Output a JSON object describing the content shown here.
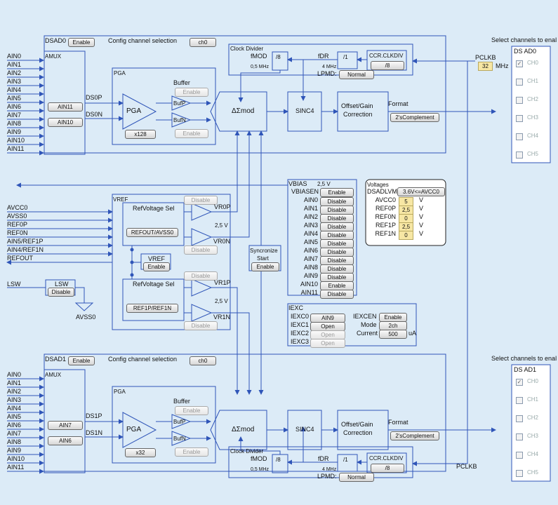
{
  "dsad0": {
    "title": "DSAD0",
    "enable": "Enable",
    "config_label": "Config channel selection",
    "config_ch": "ch0",
    "amux": "AMUX",
    "ain_pos": "AIN11",
    "ain_neg": "AIN10",
    "ds_p": "DS0P",
    "ds_n": "DS0N",
    "pga": "PGA",
    "pga_inner": "PGA",
    "gain": "x128",
    "buffer": "Buffer",
    "buf_enable_top": "Enable",
    "buf_enable_bottom": "Enable",
    "bufp": "BufP",
    "bufn": "BufN",
    "mod": "ΔΣmod",
    "sinc": "SINC4",
    "offset": "Offset/Gain",
    "correction": "Correction",
    "format": "Format",
    "format_val": "2'sComplement",
    "clock_divider": "Clock Divider",
    "fmod": "fMOD",
    "fmod_div": "/8",
    "fmod_freq": "0,5 MHz",
    "fdr": "fDR",
    "fdr_div": "/1",
    "fdr_freq": "4 MHz",
    "lpmd": "LPMD:",
    "lpmd_val": "Normal",
    "ccr": "CCR.CLKDIV",
    "ccr_val": "/8",
    "pclkb": "PCLKB",
    "pclkb_val": "32",
    "pclkb_unit": "MHz"
  },
  "dsad1": {
    "title": "DSAD1",
    "enable": "Enable",
    "config_label": "Config channel selection",
    "config_ch": "ch0",
    "amux": "AMUX",
    "ain_pos": "AIN7",
    "ain_neg": "AIN6",
    "ds_p": "DS1P",
    "ds_n": "DS1N",
    "pga": "PGA",
    "pga_inner": "PGA",
    "gain": "x32",
    "buffer": "Buffer",
    "buf_enable_top": "Enable",
    "buf_enable_bottom": "Enable",
    "bufp": "BufP",
    "bufn": "BufN",
    "mod": "ΔΣmod",
    "sinc": "SINC4",
    "offset": "Offset/Gain",
    "correction": "Correction",
    "format": "Format",
    "format_val": "2'sComplement",
    "clock_divider": "Clock Divider",
    "fmod": "fMOD",
    "fmod_div": "/8",
    "fmod_freq": "0,5 MHz",
    "fdr": "fDR",
    "fdr_div": "/1",
    "fdr_freq": "4 MHz",
    "lpmd": "LPMD:",
    "lpmd_val": "Normal",
    "ccr": "CCR.CLKDIV",
    "ccr_val": "/8",
    "pclkb": "PCLKB"
  },
  "ain_labels": [
    "AIN0",
    "AIN1",
    "AIN2",
    "AIN3",
    "AIN4",
    "AIN5",
    "AIN6",
    "AIN7",
    "AIN8",
    "AIN9",
    "AIN10",
    "AIN11"
  ],
  "channels0": {
    "header": "Select channels to enal",
    "title": "DS AD0",
    "items": [
      {
        "label": "CH0",
        "checked": true
      },
      {
        "label": "CH1",
        "checked": false
      },
      {
        "label": "CH2",
        "checked": false
      },
      {
        "label": "CH3",
        "checked": false
      },
      {
        "label": "CH4",
        "checked": false
      },
      {
        "label": "CH5",
        "checked": false
      }
    ]
  },
  "channels1": {
    "header": "Select channels to enal",
    "title": "DS AD1",
    "items": [
      {
        "label": "CH0",
        "checked": true
      },
      {
        "label": "CH1",
        "checked": false
      },
      {
        "label": "CH2",
        "checked": false
      },
      {
        "label": "CH3",
        "checked": false
      },
      {
        "label": "CH4",
        "checked": false
      },
      {
        "label": "CH5",
        "checked": false
      }
    ]
  },
  "vref": {
    "title": "VREF",
    "inputs": [
      "AVCC0",
      "AVSS0",
      "REF0P",
      "REF0N",
      "AIN5/REF1P",
      "AIN4/REF1N",
      "REFOUT"
    ],
    "sel_top": "RefVoltage Sel",
    "sel_top_val": "REFOUT/AVSS0",
    "sel_bottom": "RefVoltage Sel",
    "sel_bottom_val": "REF1P/REF1N",
    "dis1": "Disable",
    "dis2": "Disable",
    "dis3": "Disable",
    "dis4": "Disable",
    "v1": "2,5 V",
    "v2": "2,5 V",
    "vr0p": "VR0P",
    "vr0n": "VR0N",
    "vr1p": "VR1P",
    "vr1n": "VR1N",
    "vref_label": "VREF",
    "vref_enable": "Enable"
  },
  "lsw": {
    "label": "LSW",
    "title": "LSW",
    "state": "Disable",
    "avss": "AVSS0"
  },
  "sync": {
    "line1": "Syncronize",
    "line2": "Start",
    "enable": "Enable"
  },
  "vbias": {
    "title": "VBIAS",
    "volt": "2,5 V",
    "en_label": "VBIASEN",
    "en_val": "Enable",
    "rows": [
      {
        "label": "AIN0",
        "val": "Disable"
      },
      {
        "label": "AIN1",
        "val": "Disable"
      },
      {
        "label": "AIN2",
        "val": "Disable"
      },
      {
        "label": "AIN3",
        "val": "Disable"
      },
      {
        "label": "AIN4",
        "val": "Disable"
      },
      {
        "label": "AIN5",
        "val": "Disable"
      },
      {
        "label": "AIN6",
        "val": "Disable"
      },
      {
        "label": "AIN7",
        "val": "Disable"
      },
      {
        "label": "AIN8",
        "val": "Disable"
      },
      {
        "label": "AIN9",
        "val": "Disable"
      },
      {
        "label": "AIN10",
        "val": "Enable"
      },
      {
        "label": "AIN11",
        "val": "Disable"
      }
    ]
  },
  "voltages": {
    "title": "Voltages",
    "lvm_label": "DSADLVM",
    "lvm_val": "3.6V<=AVCC0",
    "rows": [
      {
        "label": "AVCC0",
        "val": "5",
        "unit": "V"
      },
      {
        "label": "REF0P",
        "val": "2,5",
        "unit": "V"
      },
      {
        "label": "REF0N",
        "val": "0",
        "unit": "V"
      },
      {
        "label": "REF1P",
        "val": "2,5",
        "unit": "V"
      },
      {
        "label": "REF1N",
        "val": "0",
        "unit": "V"
      }
    ]
  },
  "iexc": {
    "title": "IEXC",
    "rows": [
      {
        "label": "IEXC0",
        "val": "AIN9",
        "dis": false
      },
      {
        "label": "IEXC1",
        "val": "Open",
        "dis": false
      },
      {
        "label": "IEXC2",
        "val": "Open",
        "dis": true
      },
      {
        "label": "IEXC3",
        "val": "Open",
        "dis": true
      }
    ],
    "en_label": "IEXCEN",
    "en_val": "Enable",
    "mode_label": "Mode",
    "mode_val": "2ch",
    "cur_label": "Current",
    "cur_val": "500",
    "cur_unit": "uA"
  }
}
